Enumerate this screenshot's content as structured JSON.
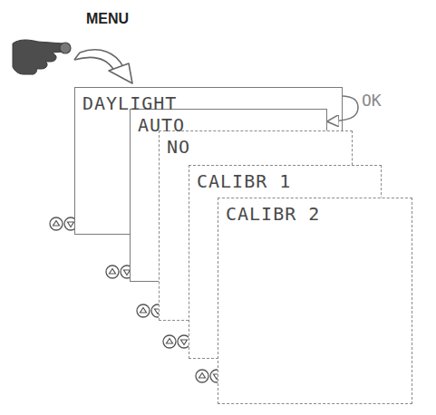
{
  "diagram": {
    "nodes": [
      {
        "text": [
          "DAYLIGHT"
        ]
      },
      {
        "text": [
          "AUTO"
        ]
      },
      {
        "text": [
          "NO"
        ]
      },
      {
        "text": [
          "CALIBR 1"
        ]
      },
      {
        "text": [
          "CALIBR 2"
        ]
      }
    ],
    "edges": [
      {
        "from": 0,
        "to": 1,
        "arrow": "to",
        "label": "OK"
      }
    ],
    "labels": [
      "MENU"
    ]
  }
}
